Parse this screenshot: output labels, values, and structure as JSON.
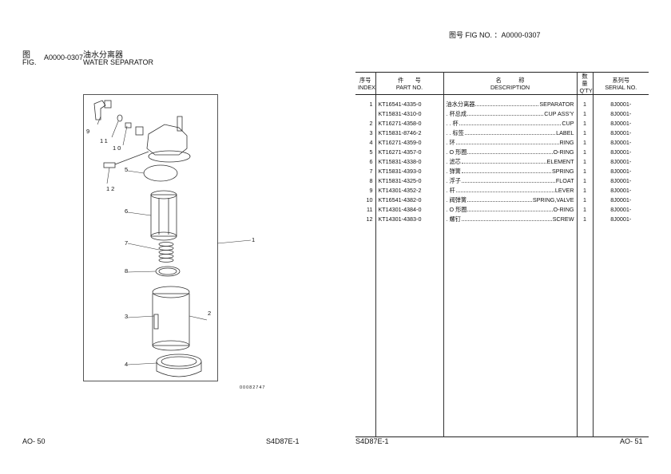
{
  "left_page": {
    "fig_label_cn": "图",
    "fig_label_en": "FIG.",
    "fig_no": "A0000-0307",
    "title_cn": "油水分离器",
    "title_en": "WATER SEPARATOR",
    "illustration_code": "00082747",
    "callouts": [
      "1",
      "2",
      "3",
      "4",
      "5",
      "6",
      "7",
      "8",
      "9",
      "11",
      "10",
      "12"
    ],
    "page_no": "AO- 50",
    "model": "S4D87E-1"
  },
  "right_page": {
    "fig_header": "图号 FIG NO. ：A0000-0307",
    "columns": [
      {
        "cn": "序号",
        "en": "INDEX"
      },
      {
        "cn": "件　　号",
        "en": "PART NO."
      },
      {
        "cn": "名　　　称",
        "en": "DESCRIPTION"
      },
      {
        "cn": "数量",
        "en": "Q'TY"
      },
      {
        "cn": "系列号",
        "en": "SERIAL NO."
      }
    ],
    "rows": [
      {
        "index": "1",
        "part_no": "KT16541-4335-0",
        "desc_cn": "油水分离器",
        "desc_en": "SEPARATOR",
        "qty": "1",
        "serial": "8J0001-"
      },
      {
        "index": "",
        "part_no": "KT15831-4310-0",
        "desc_cn": ". 杯总成",
        "desc_en": "CUP ASS'Y",
        "qty": "1",
        "serial": "8J0001-"
      },
      {
        "index": "2",
        "part_no": "KT16271-4358-0",
        "desc_cn": ". . 杯",
        "desc_en": "CUP",
        "qty": "1",
        "serial": "8J0001-"
      },
      {
        "index": "3",
        "part_no": "KT15831-8746-2",
        "desc_cn": ". . 标签",
        "desc_en": "LABEL",
        "qty": "1",
        "serial": "8J0001-"
      },
      {
        "index": "4",
        "part_no": "KT16271-4359-0",
        "desc_cn": ". 环",
        "desc_en": "RING",
        "qty": "1",
        "serial": "8J0001-"
      },
      {
        "index": "5",
        "part_no": "KT16271-4357-0",
        "desc_cn": ". O 形圈",
        "desc_en": "O-RING",
        "qty": "1",
        "serial": "8J0001-"
      },
      {
        "index": "6",
        "part_no": "KT15831-4338-0",
        "desc_cn": ". 滤芯",
        "desc_en": "ELEMENT",
        "qty": "1",
        "serial": "8J0001-"
      },
      {
        "index": "7",
        "part_no": "KT15831-4393-0",
        "desc_cn": ". 弹簧",
        "desc_en": "SPRING",
        "qty": "1",
        "serial": "8J0001-"
      },
      {
        "index": "8",
        "part_no": "KT15831-4325-0",
        "desc_cn": ". 浮子",
        "desc_en": "FLOAT",
        "qty": "1",
        "serial": "8J0001-"
      },
      {
        "index": "9",
        "part_no": "KT14301-4352-2",
        "desc_cn": ". 杆",
        "desc_en": "LEVER",
        "qty": "1",
        "serial": "8J0001-"
      },
      {
        "index": "10",
        "part_no": "KT16541-4382-0",
        "desc_cn": ". 阀弹簧",
        "desc_en": "SPRING,VALVE",
        "qty": "1",
        "serial": "8J0001-"
      },
      {
        "index": "11",
        "part_no": "KT14301-4384-0",
        "desc_cn": ". O 形圈",
        "desc_en": "O-RING",
        "qty": "1",
        "serial": "8J0001-"
      },
      {
        "index": "12",
        "part_no": "KT14301-4383-0",
        "desc_cn": ". 螺钉",
        "desc_en": "SCREW",
        "qty": "1",
        "serial": "8J0001-"
      }
    ],
    "model": "S4D87E-1",
    "page_no": "AO- 51"
  }
}
